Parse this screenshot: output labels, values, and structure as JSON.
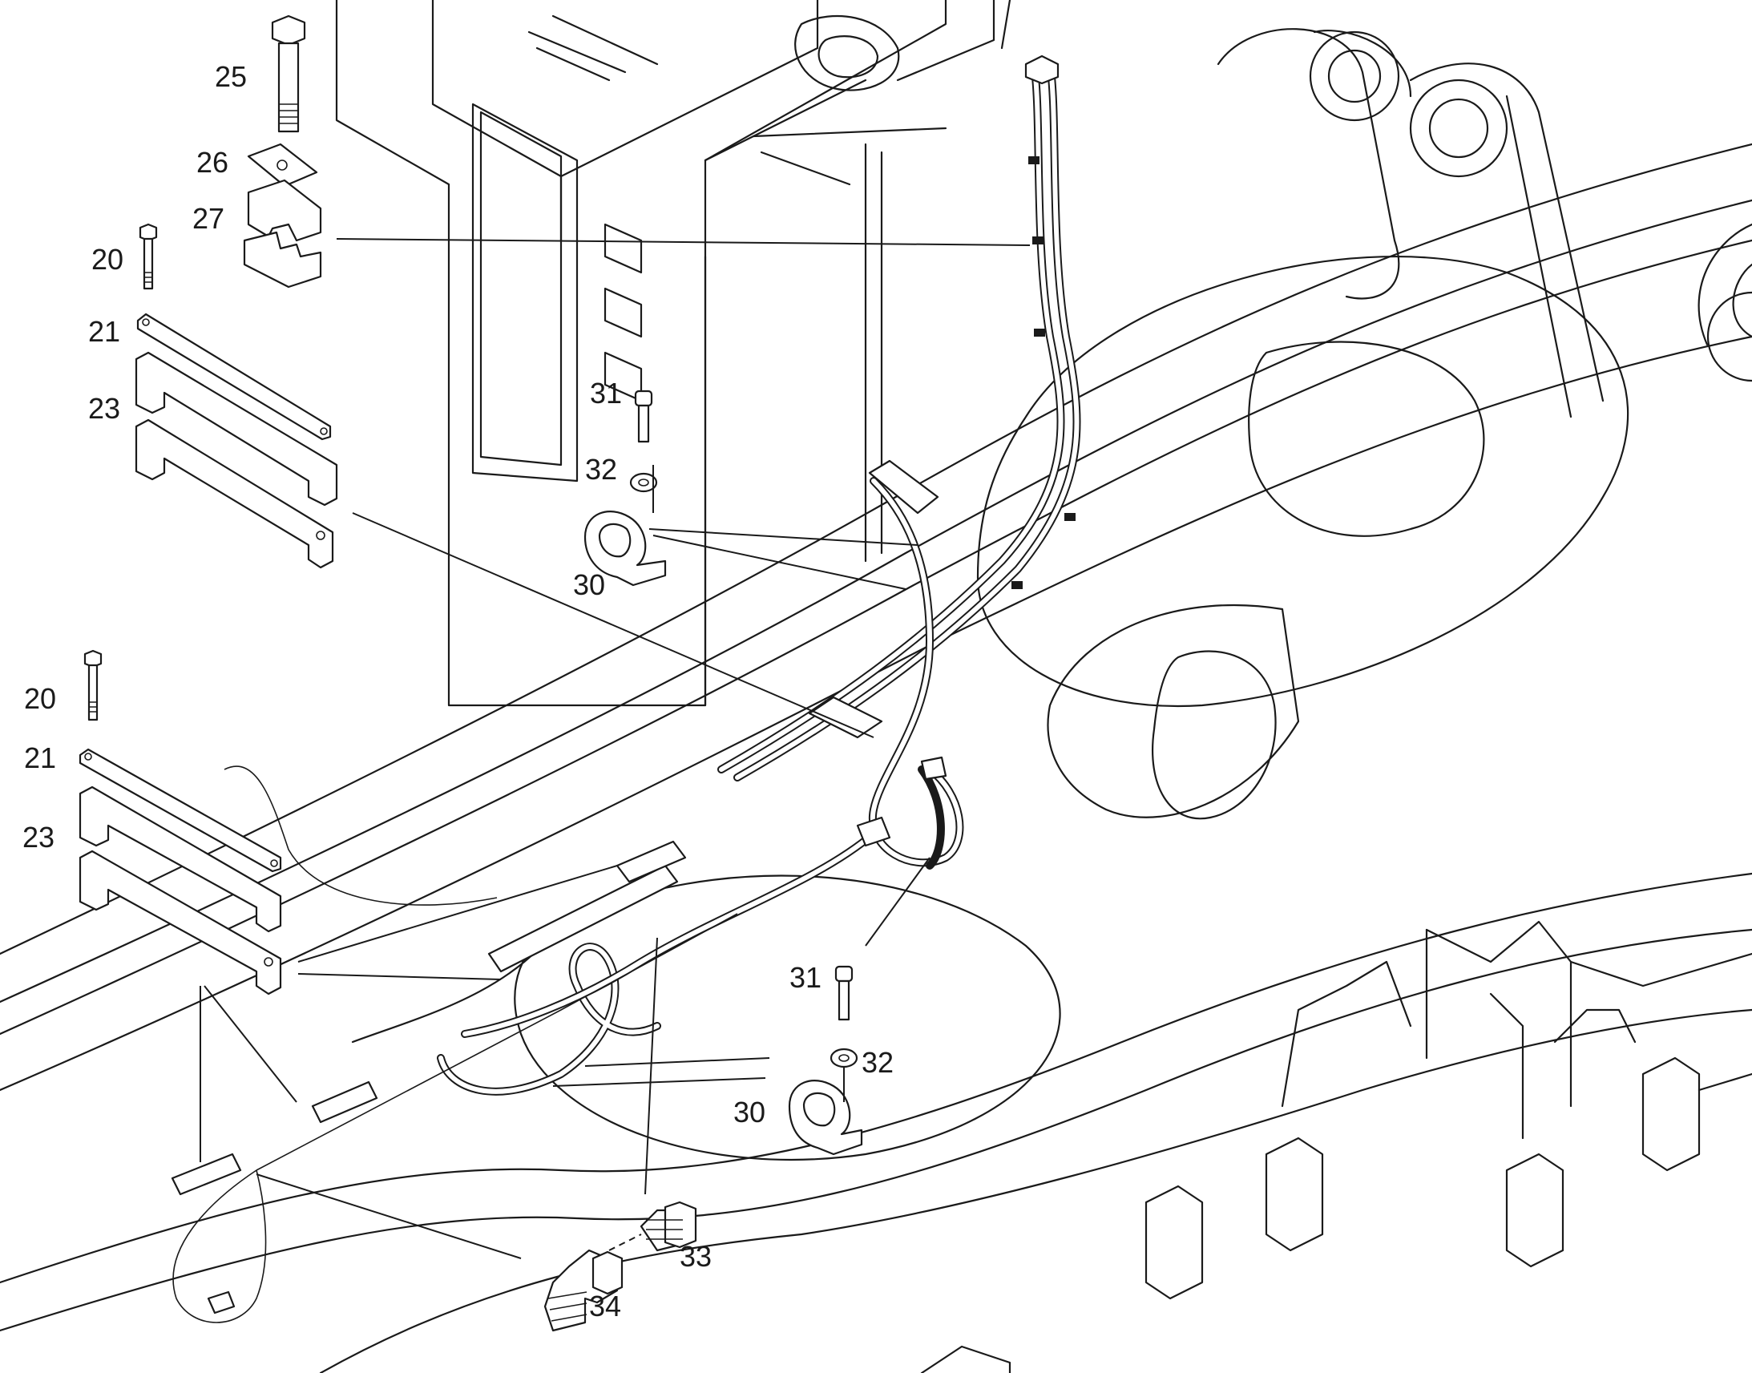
{
  "callouts": [
    {
      "id": "25",
      "text": "25"
    },
    {
      "id": "26",
      "text": "26"
    },
    {
      "id": "27",
      "text": "27"
    },
    {
      "id": "20a",
      "text": "20"
    },
    {
      "id": "21a",
      "text": "21"
    },
    {
      "id": "23a",
      "text": "23"
    },
    {
      "id": "31a",
      "text": "31"
    },
    {
      "id": "32a",
      "text": "32"
    },
    {
      "id": "30a",
      "text": "30"
    },
    {
      "id": "20b",
      "text": "20"
    },
    {
      "id": "21b",
      "text": "21"
    },
    {
      "id": "23b",
      "text": "23"
    },
    {
      "id": "31b",
      "text": "31"
    },
    {
      "id": "32b",
      "text": "32"
    },
    {
      "id": "30b",
      "text": "30"
    },
    {
      "id": "33",
      "text": "33"
    },
    {
      "id": "34",
      "text": "34"
    }
  ],
  "colors": {
    "line": "#1a1a1a",
    "background": "#ffffff"
  }
}
